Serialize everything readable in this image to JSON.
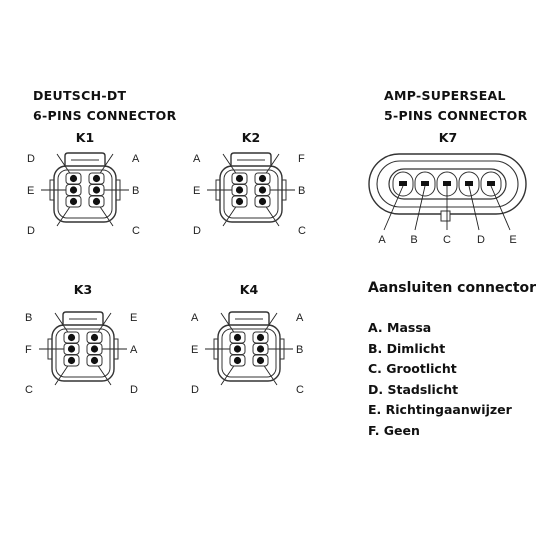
{
  "left_group": {
    "heading_line1": "DEUTSCH-DT",
    "heading_line2": "6-PINS CONNECTOR"
  },
  "right_group": {
    "heading_line1": "AMP-SUPERSEAL",
    "heading_line2": "5-PINS CONNECTOR"
  },
  "connectors": {
    "k1": {
      "label": "K1",
      "pins": [
        "D",
        "A",
        "E",
        "B",
        "D",
        "C"
      ]
    },
    "k2": {
      "label": "K2",
      "pins": [
        "A",
        "F",
        "E",
        "B",
        "D",
        "C"
      ]
    },
    "k3": {
      "label": "K3",
      "pins": [
        "B",
        "E",
        "F",
        "A",
        "C",
        "D"
      ]
    },
    "k4": {
      "label": "K4",
      "pins": [
        "A",
        "A",
        "E",
        "B",
        "D",
        "C"
      ]
    },
    "k7": {
      "label": "K7",
      "pins": [
        "A",
        "B",
        "C",
        "D",
        "E"
      ]
    }
  },
  "legend": {
    "title": "Aansluiten connector",
    "items": [
      "A. Massa",
      "B. Dimlicht",
      "C. Grootlicht",
      "D. Stadslicht",
      "E. Richtingaanwijzer",
      "F. Geen"
    ]
  }
}
